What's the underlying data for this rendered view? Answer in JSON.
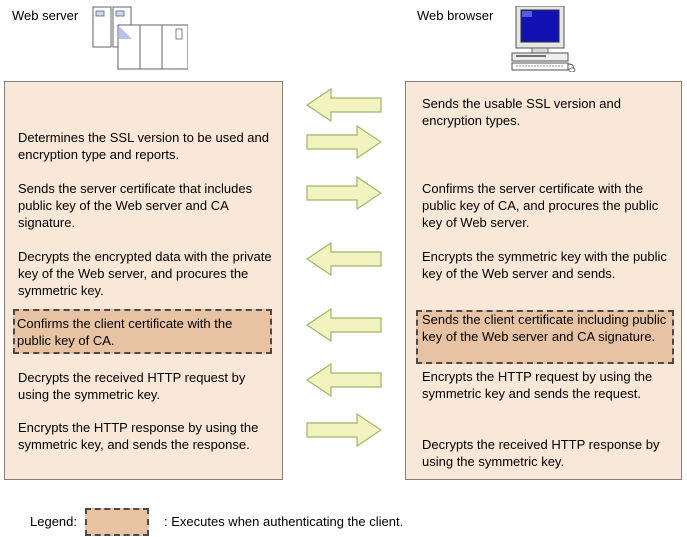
{
  "header": {
    "server_label": "Web server",
    "browser_label": "Web browser"
  },
  "server_steps": [
    "Determines the SSL version to be used and encryption type and reports.",
    "Sends the server certificate that includes public key of the Web server and CA signature.",
    "Decrypts the encrypted data with the private key of the Web server, and procures the symmetric key.",
    "Confirms the client certificate with the public key of CA.",
    "Decrypts the received HTTP request by using the symmetric key.",
    "Encrypts the HTTP response by using the symmetric key, and sends the response."
  ],
  "browser_steps": [
    "Sends the usable SSL version and encryption types.",
    "Confirms the server certificate with the public key of CA, and procures the public key of Web server.",
    "Encrypts the symmetric key with the public key of the Web server and sends.",
    "Sends the client certificate including public key of the Web server and CA signature.",
    "Encrypts the HTTP request by using the symmetric key and sends the request.",
    "Decrypts the received HTTP response by using the symmetric key."
  ],
  "arrows": [
    "left",
    "right",
    "right",
    "left",
    "left",
    "left",
    "right"
  ],
  "legend": {
    "label": "Legend:",
    "description": ": Executes when authenticating the client."
  },
  "colors": {
    "panel": "#f9e7d8",
    "highlight": "#e8c3a3",
    "arrow_fill": "#f3f3c0",
    "arrow_stroke": "#9fb56a"
  }
}
